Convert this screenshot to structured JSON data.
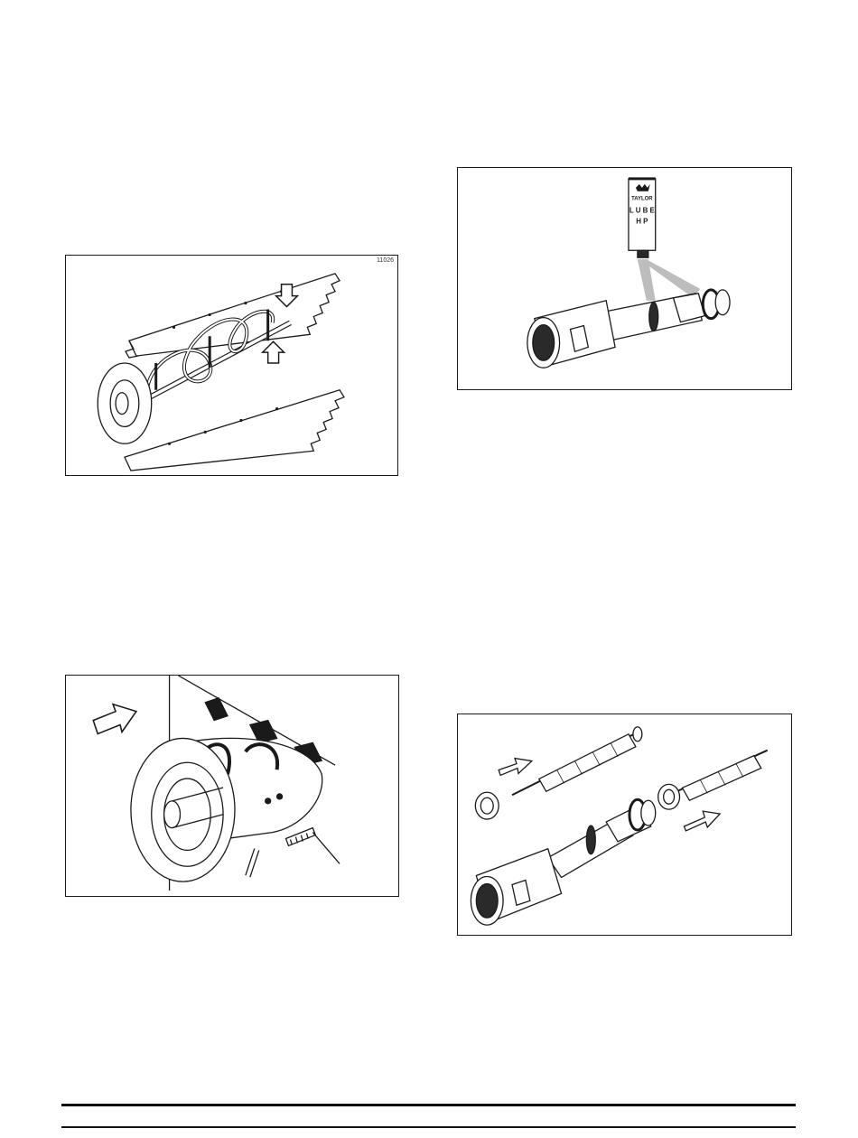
{
  "page": {
    "figures": [
      {
        "id": "beater-assembly",
        "figure_number": "11026",
        "depicts": "beater-and-scraper-blades-icon"
      },
      {
        "id": "lubricate-drive-shaft",
        "tube_label": {
          "brand": "TAYLOR",
          "line1": "L U B E",
          "line2": "H P"
        },
        "depicts": "lube-tube-icon"
      },
      {
        "id": "install-beater-front",
        "depicts": "beater-front-bearing-icon"
      },
      {
        "id": "drive-shaft-parts",
        "depicts": "drive-shaft-exploded-icon"
      }
    ]
  },
  "colors": {
    "line": "#1a1a1a",
    "fill": "#ffffff",
    "shade": "#2a2a2a",
    "gray": "#bdbdbd"
  }
}
